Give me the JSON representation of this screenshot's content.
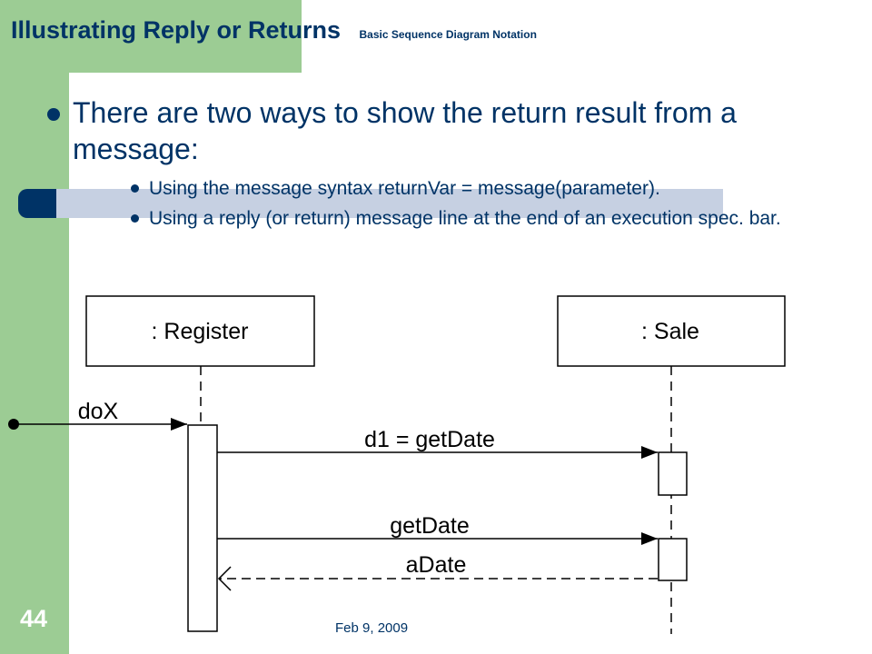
{
  "header": {
    "title": "Illustrating Reply or Returns",
    "subtitle": "Basic Sequence Diagram Notation"
  },
  "content": {
    "bullet_main": "There are two ways to show the return result from a message:",
    "sub_bullets": [
      "Using the message syntax returnVar = message(parameter).",
      "Using a reply (or return) message line at the end of an execution spec. bar."
    ]
  },
  "diagram": {
    "lifelines": [
      {
        "label": ": Register"
      },
      {
        "label": ": Sale"
      }
    ],
    "messages": [
      {
        "label": "doX",
        "kind": "found-sync"
      },
      {
        "label": "d1 = getDate",
        "kind": "sync"
      },
      {
        "label": "getDate",
        "kind": "sync"
      },
      {
        "label": "aDate",
        "kind": "reply"
      }
    ]
  },
  "footer": {
    "page_number": "44",
    "date": "Feb 9, 2009"
  },
  "colors": {
    "theme_green": "#9ccc94",
    "text_navy": "#003366",
    "band_blue": "#c6d0e2"
  }
}
